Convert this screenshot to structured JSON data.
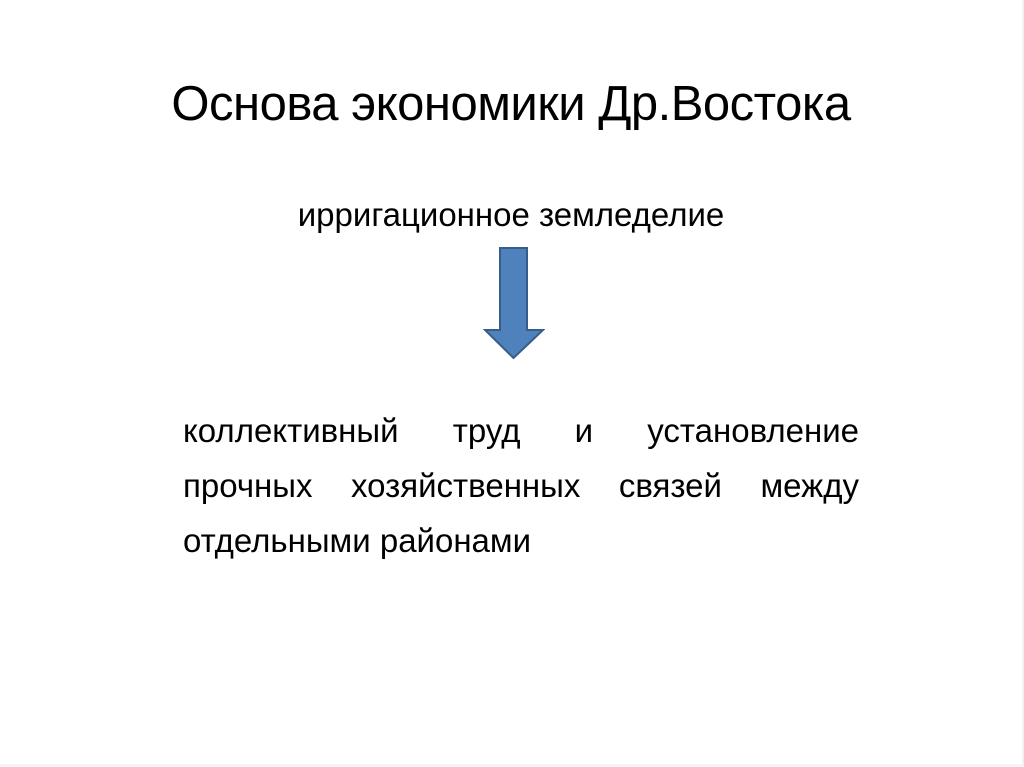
{
  "slide": {
    "title": "Основа экономики Др.Востока",
    "subtitle": "ирригационное земледелие",
    "arrow": {
      "icon": "down-arrow-icon",
      "fill_color": "#4F81BD",
      "stroke_color": "#385D8A"
    },
    "body": "коллективный труд и установление прочных хозяйственных связей между отдельными районами"
  }
}
